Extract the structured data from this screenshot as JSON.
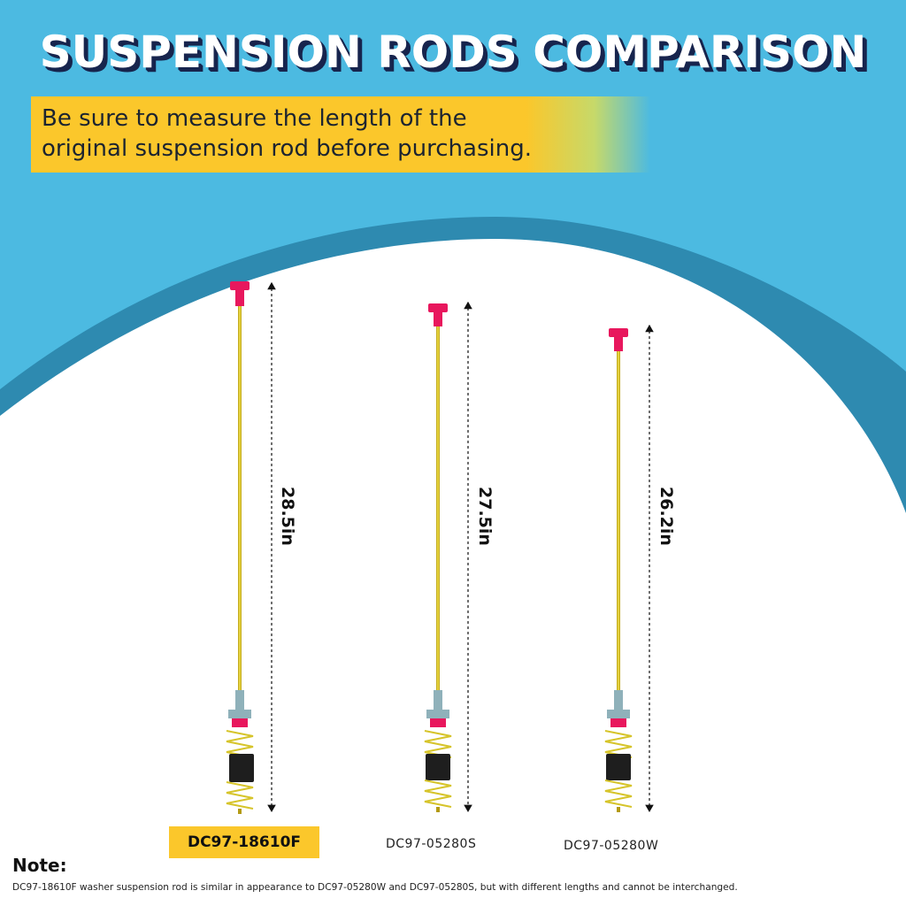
{
  "title": "SUSPENSION RODS COMPARISON",
  "banner": {
    "line1": "Be sure to measure the length of the",
    "line2": "original suspension rod before purchasing."
  },
  "rods": [
    {
      "model": "DC97-18610F",
      "length": "28.5in",
      "highlighted": true
    },
    {
      "model": "DC97-05280S",
      "length": "27.5in",
      "highlighted": false
    },
    {
      "model": "DC97-05280W",
      "length": "26.2in",
      "highlighted": false
    }
  ],
  "note": {
    "heading": "Note:",
    "text": "DC97-18610F washer suspension rod is similar in appearance to DC97-05280W and DC97-05280S, but with different lengths and cannot be interchanged."
  },
  "colors": {
    "sky": "#4cbae1",
    "ring": "#2e8ab0",
    "banner": "#fbc72b",
    "rod": "#e8d633",
    "cap": "#e8175d",
    "seal": "#8fb1ba",
    "weight": "#1e1e1e"
  }
}
